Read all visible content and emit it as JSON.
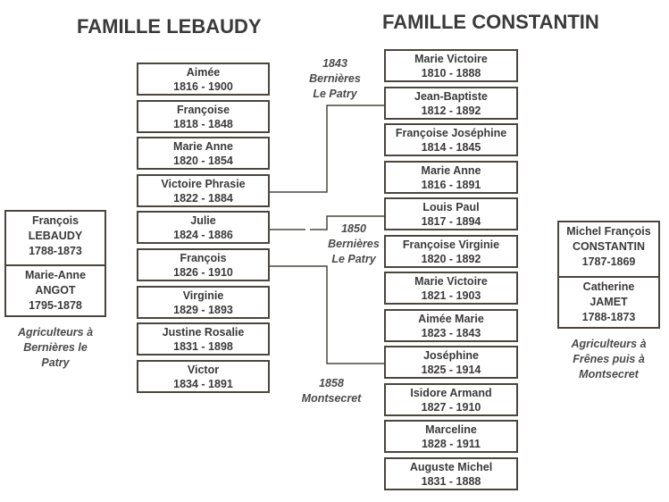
{
  "titles": {
    "lebaudy": "FAMILLE LEBAUDY",
    "constantin": "FAMILLE CONSTANTIN"
  },
  "lebaudy_children": [
    {
      "name": "Aimée",
      "dates": "1816 - 1900"
    },
    {
      "name": "Françoise",
      "dates": "1818 - 1848"
    },
    {
      "name": "Marie Anne",
      "dates": "1820 - 1854"
    },
    {
      "name": "Victoire Phrasie",
      "dates": "1822 - 1884"
    },
    {
      "name": "Julie",
      "dates": "1824 - 1886"
    },
    {
      "name": "François",
      "dates": "1826 - 1910"
    },
    {
      "name": "Virginie",
      "dates": "1829 - 1893"
    },
    {
      "name": "Justine Rosalie",
      "dates": "1831 - 1898"
    },
    {
      "name": "Victor",
      "dates": "1834 - 1891"
    }
  ],
  "constantin_children": [
    {
      "name": "Marie Victoire",
      "dates": "1810 - 1888"
    },
    {
      "name": "Jean-Baptiste",
      "dates": "1812 - 1892"
    },
    {
      "name": "Françoise Joséphine",
      "dates": "1814 - 1845"
    },
    {
      "name": "Marie Anne",
      "dates": "1816 - 1891"
    },
    {
      "name": "Louis Paul",
      "dates": "1817 - 1894"
    },
    {
      "name": "Françoise Virginie",
      "dates": "1820 - 1892"
    },
    {
      "name": "Marie Victoire",
      "dates": "1821 - 1903"
    },
    {
      "name": "Aimée Marie",
      "dates": "1823 - 1843"
    },
    {
      "name": "Joséphine",
      "dates": "1825 - 1914"
    },
    {
      "name": "Isidore Armand",
      "dates": "1827 - 1910"
    },
    {
      "name": "Marceline",
      "dates": "1828 - 1911"
    },
    {
      "name": "Auguste Michel",
      "dates": "1831 - 1888"
    }
  ],
  "lebaudy_parents": {
    "father": {
      "first": "François",
      "last": "LEBAUDY",
      "dates": "1788-1873"
    },
    "mother": {
      "first": "Marie-Anne",
      "last": "ANGOT",
      "dates": "1795-1878"
    },
    "note": [
      "Agriculteurs à",
      "Bernières le",
      "Patry"
    ]
  },
  "constantin_parents": {
    "father": {
      "first": "Michel François",
      "last": "CONSTANTIN",
      "dates": "1787-1869"
    },
    "mother": {
      "first": "Catherine",
      "last": "JAMET",
      "dates": "1788-1873"
    },
    "note": [
      "Agriculteurs à",
      "Frênes puis à",
      "Montsecret"
    ]
  },
  "marriages": [
    {
      "year": "1843",
      "place": [
        "Bernières",
        "Le Patry"
      ]
    },
    {
      "year": "1850",
      "place": [
        "Bernières",
        "Le Patry"
      ]
    },
    {
      "year": "1858",
      "place": [
        "Montsecret"
      ]
    }
  ]
}
